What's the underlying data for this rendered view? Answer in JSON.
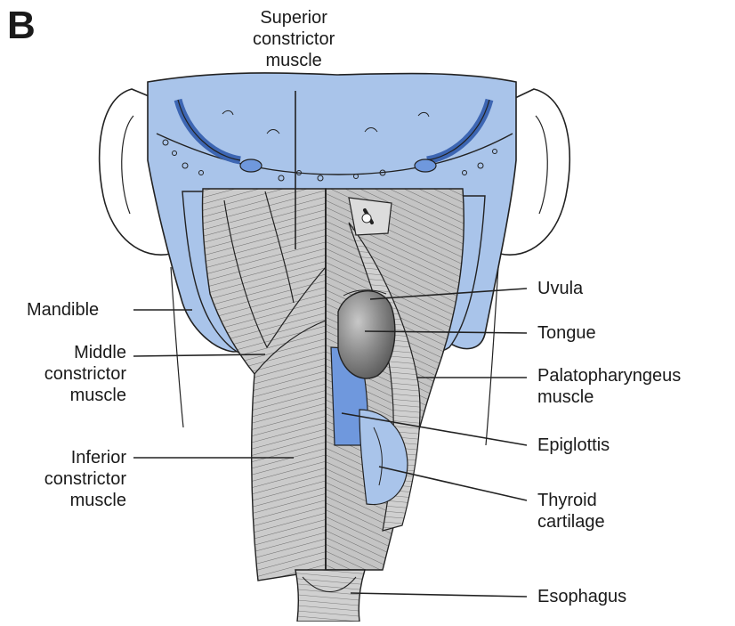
{
  "figure": {
    "panel_letter": "B"
  },
  "labels": {
    "superior": [
      "Superior",
      "constrictor",
      "muscle"
    ],
    "mandible": [
      "Mandible"
    ],
    "middle": [
      "Middle",
      "constrictor",
      "muscle"
    ],
    "inferior": [
      "Inferior",
      "constrictor",
      "muscle"
    ],
    "uvula": [
      "Uvula"
    ],
    "tongue": [
      "Tongue"
    ],
    "palatopharyngeus": [
      "Palatopharyngeus",
      "muscle"
    ],
    "epiglottis": [
      "Epiglottis"
    ],
    "thyroid": [
      "Thyroid",
      "cartilage"
    ],
    "esophagus": [
      "Esophagus"
    ]
  },
  "colors": {
    "bone_blue": "#a9c4ea",
    "deep_blue": "#6f98dd",
    "muscle_gray": "#cbcbcb",
    "dark_gray": "#8a8a8a",
    "tongue": "#7c7c7c",
    "outline": "#222222"
  }
}
